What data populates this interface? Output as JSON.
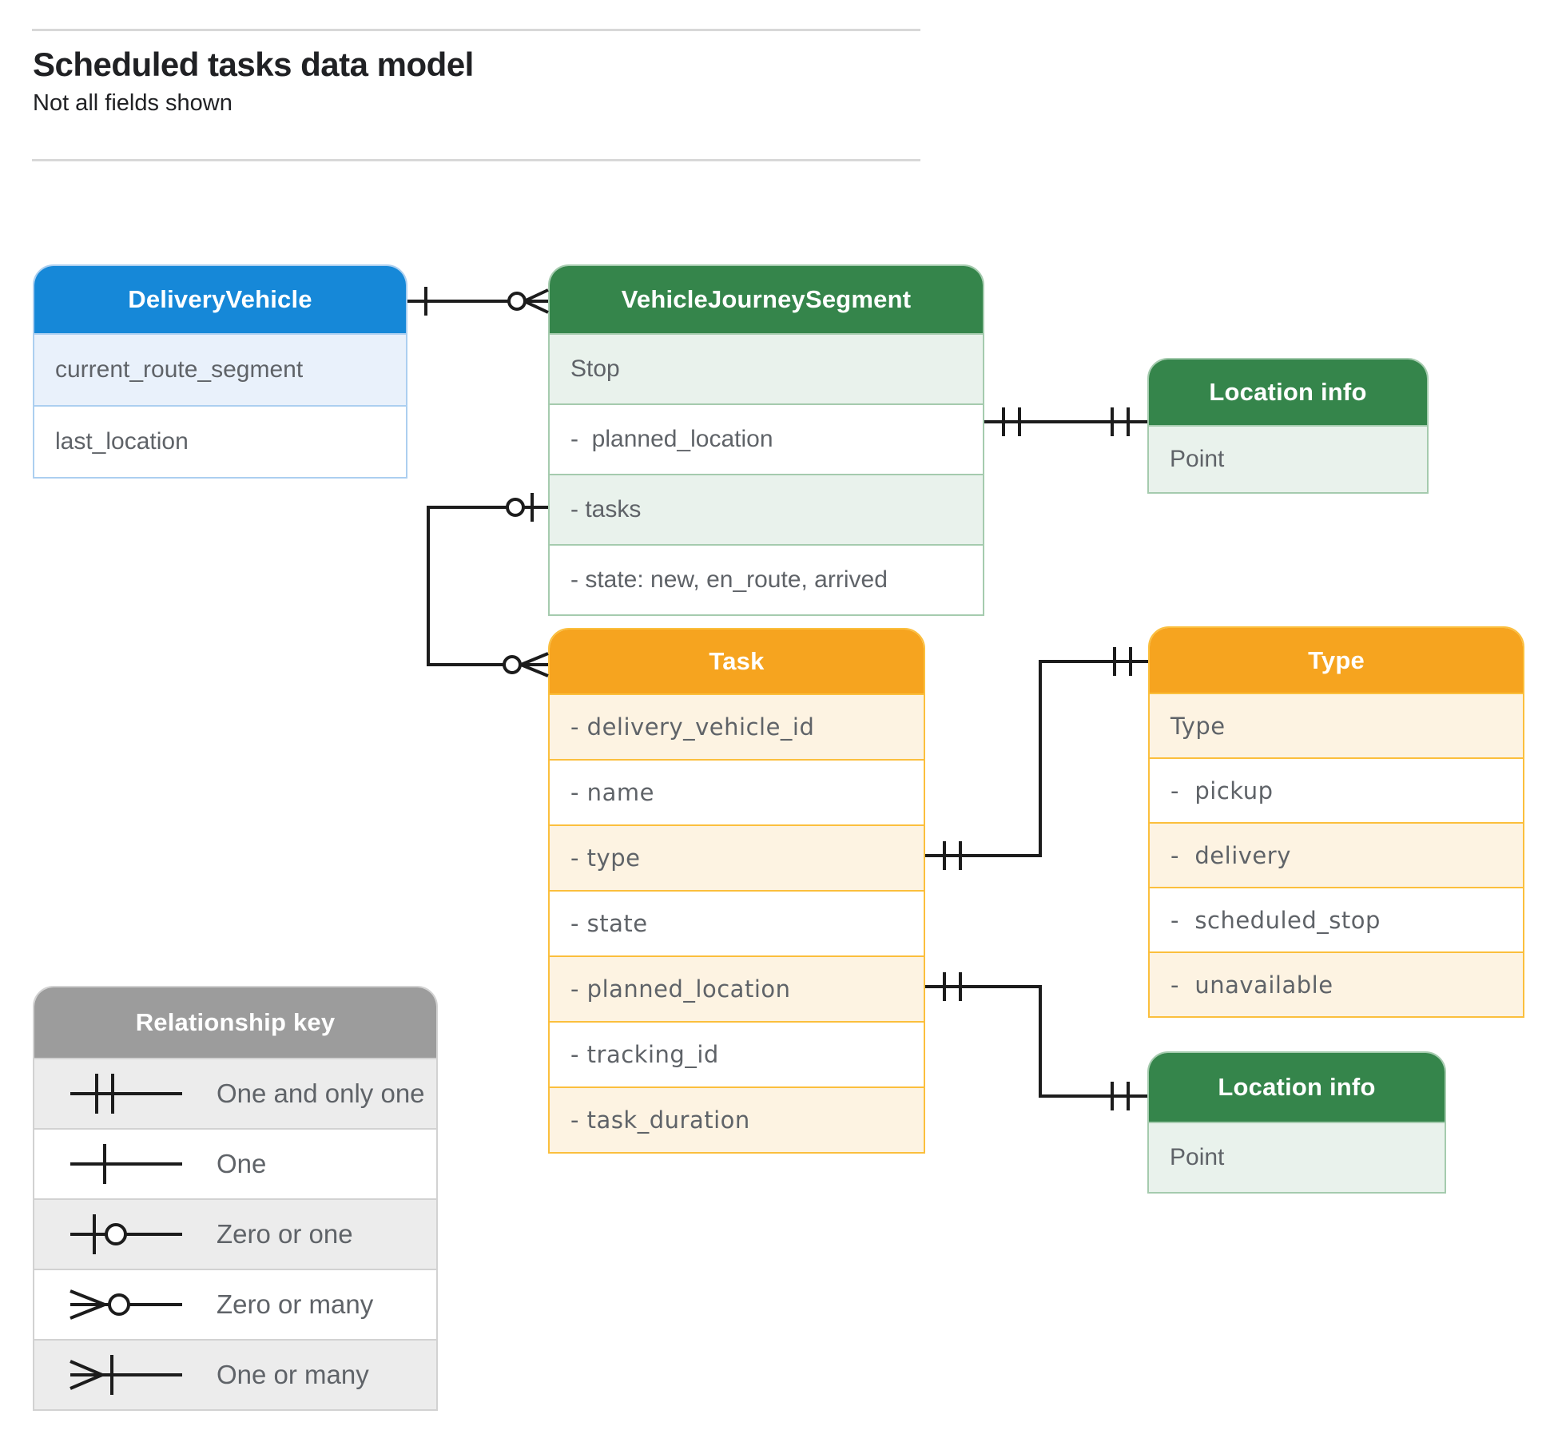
{
  "page": {
    "title": "Scheduled tasks data model",
    "subtitle": "Not all fields shown"
  },
  "colors": {
    "blue_header": "#1688d8",
    "blue_row": "#e9f1fb",
    "blue_border": "#accff0",
    "green_header": "#35854b",
    "green_row": "#e9f2ec",
    "green_border": "#a5cbae",
    "orange_header": "#f6a41f",
    "orange_row": "#fdf3e2",
    "orange_border": "#fbbf3d",
    "gray_header": "#9c9c9c",
    "gray_row": "#ececec",
    "line": "#1c1c1c",
    "field_text": "#5f6368"
  },
  "entities": {
    "delivery_vehicle": {
      "title": "DeliveryVehicle",
      "fields": [
        "current_route_segment",
        "last_location"
      ]
    },
    "vehicle_journey_segment": {
      "title": "VehicleJourneySegment",
      "fields": [
        "Stop",
        "-  planned_location",
        "- tasks",
        "- state: new, en_route, arrived"
      ]
    },
    "location_info_top": {
      "title": "Location info",
      "fields": [
        "Point"
      ]
    },
    "task": {
      "title": "Task",
      "fields": [
        "- delivery_vehicle_id",
        "- name",
        "- type",
        "- state",
        "- planned_location",
        "- tracking_id",
        "- task_duration"
      ]
    },
    "type": {
      "title": "Type",
      "fields": [
        "Type",
        "-  pickup",
        "-  delivery",
        "-  scheduled_stop",
        "-  unavailable"
      ]
    },
    "location_info_bottom": {
      "title": "Location info",
      "fields": [
        "Point"
      ]
    }
  },
  "relationship_key": {
    "title": "Relationship key",
    "rows": [
      {
        "label": "One and only one",
        "symbol": "one-and-only-one"
      },
      {
        "label": "One",
        "symbol": "one"
      },
      {
        "label": "Zero or one",
        "symbol": "zero-or-one"
      },
      {
        "label": "Zero or many",
        "symbol": "zero-or-many"
      },
      {
        "label": "One or many",
        "symbol": "one-or-many"
      }
    ]
  },
  "connections": [
    {
      "from": "DeliveryVehicle",
      "to": "VehicleJourneySegment",
      "from_cardinality": "one",
      "to_cardinality": "zero-or-many"
    },
    {
      "from": "VehicleJourneySegment.planned_location",
      "to": "Location info",
      "from_cardinality": "one-and-only-one",
      "to_cardinality": "one-and-only-one"
    },
    {
      "from": "VehicleJourneySegment.tasks",
      "to": "Task",
      "from_cardinality": "zero-or-one",
      "to_cardinality": "zero-or-many"
    },
    {
      "from": "Task.type",
      "to": "Type",
      "from_cardinality": "one-and-only-one",
      "to_cardinality": "one-and-only-one"
    },
    {
      "from": "Task.planned_location",
      "to": "Location info",
      "from_cardinality": "one-and-only-one",
      "to_cardinality": "one-and-only-one"
    }
  ]
}
